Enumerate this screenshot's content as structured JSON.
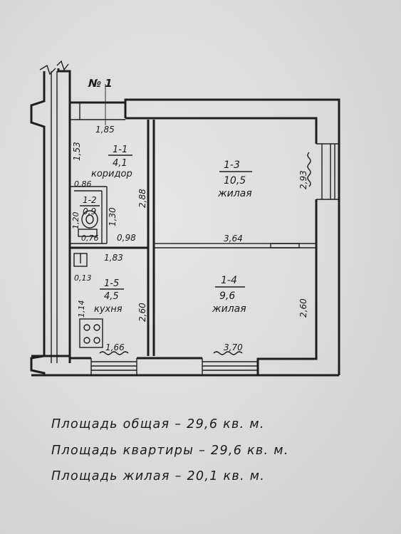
{
  "plan": {
    "apartment_no": "№ 1",
    "rooms": [
      {
        "id": "1-1",
        "area": "4,1",
        "name": "коридор"
      },
      {
        "id": "1-2",
        "area": "0,9",
        "name": ""
      },
      {
        "id": "1-3",
        "area": "10,5",
        "name": "жилая"
      },
      {
        "id": "1-4",
        "area": "9,6",
        "name": "жилая"
      },
      {
        "id": "1-5",
        "area": "4,5",
        "name": "кухня"
      }
    ],
    "dimensions": {
      "d185": "1,85",
      "d153": "1,53",
      "d086": "0,86",
      "d120": "1,20",
      "d076": "0,76",
      "d130": "1,30",
      "d098": "0,98",
      "d288": "2,88",
      "d364": "3,64",
      "d293": "2,93",
      "d183": "1,83",
      "d013": "0,13",
      "d114": "1,14",
      "d260a": "2,60",
      "d166": "1,66",
      "d370": "3,70",
      "d260b": "2,60"
    }
  },
  "summary": {
    "total": "Площадь общая – 29,6 кв. м.",
    "apartment": "Площадь квартиры – 29,6 кв. м.",
    "living": "Площадь жилая – 20,1 кв. м."
  }
}
